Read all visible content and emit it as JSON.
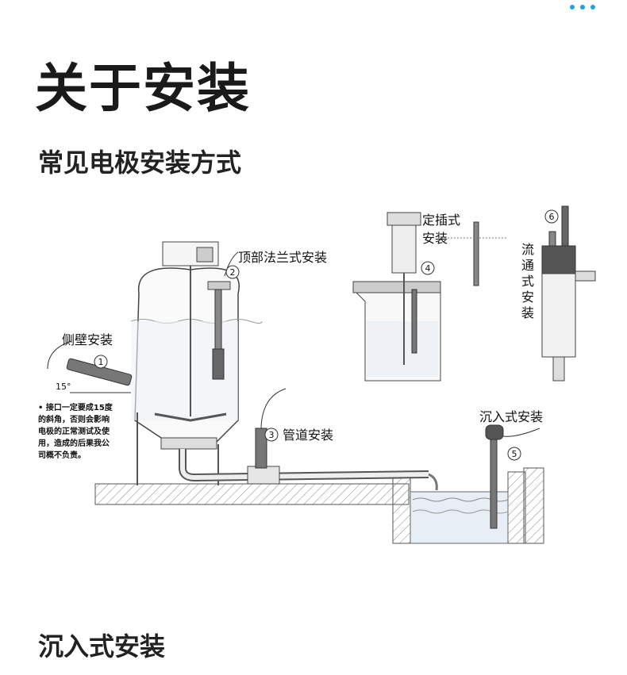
{
  "header": {
    "menu_icon": "more-dots-icon",
    "accent_color": "#1e9fe6"
  },
  "page_title": "关于安装",
  "section_title": "常见电极安装方式",
  "diagram": {
    "labels": {
      "side_wall": "侧壁安装",
      "top_flange": "顶部法兰式安装",
      "fixed_insert_line1": "定插式",
      "fixed_insert_line2": "安装",
      "flow_through": [
        "流",
        "通",
        "式",
        "安",
        "装"
      ],
      "pipeline": "管道安装",
      "immersion": "沉入式安装",
      "angle": "15°"
    },
    "numbers": [
      "1",
      "2",
      "3",
      "4",
      "5",
      "6"
    ],
    "note_lines": [
      "• 接口一定要成15度",
      "的斜角，否则会影响",
      "电极的正常测试及使",
      "用，造成的后果我公",
      "司概不负责。"
    ]
  },
  "footer_title": "沉入式安装"
}
